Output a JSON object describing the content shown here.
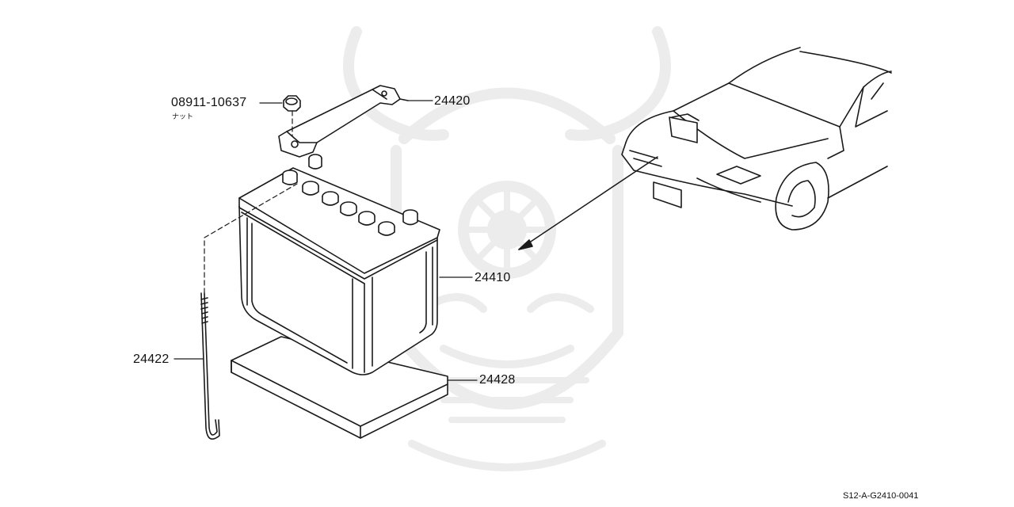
{
  "parts": {
    "nut": {
      "number": "08911-10637",
      "name": "ナット"
    },
    "clamp": {
      "number": "24420"
    },
    "battery": {
      "number": "24410"
    },
    "rod": {
      "number": "24422"
    },
    "tray": {
      "number": "24428"
    }
  },
  "reference": "S12-A-G2410-0041",
  "watermark_icon": "samurai-helmet-icon",
  "colors": {
    "line": "#1a1a1a",
    "watermark": "#eeeeee"
  }
}
